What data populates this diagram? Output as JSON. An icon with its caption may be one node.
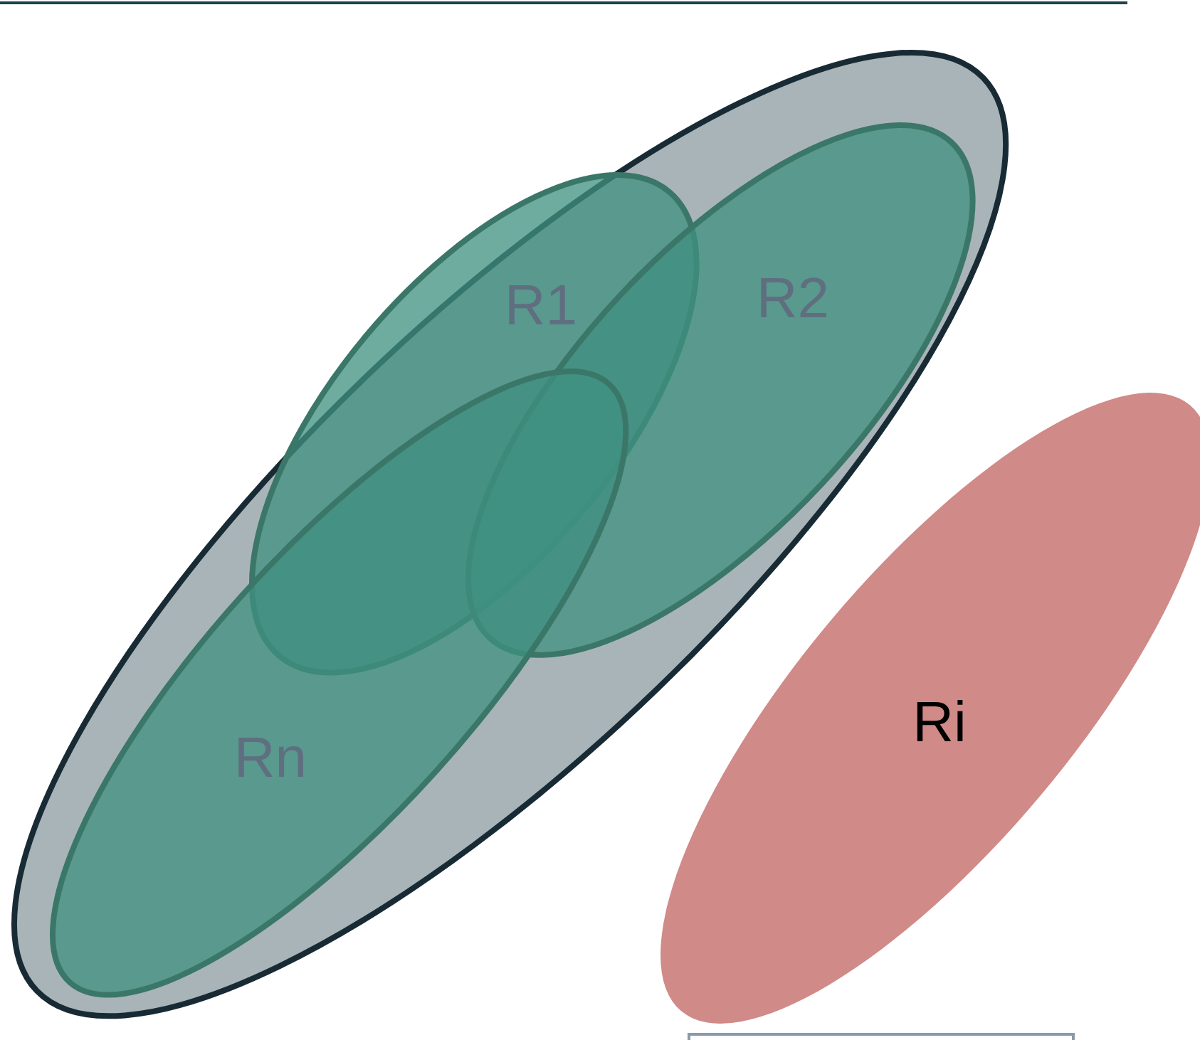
{
  "diagram": {
    "nodes": [
      {
        "text": [],
        "shape": "ellipse"
      },
      {
        "text": [
          "R1"
        ],
        "in": 0
      },
      {
        "text": [
          "R2"
        ],
        "in": 0
      },
      {
        "text": [
          "Rn"
        ],
        "in": 0
      },
      {
        "text": [
          "Ri"
        ]
      }
    ],
    "edges": []
  }
}
